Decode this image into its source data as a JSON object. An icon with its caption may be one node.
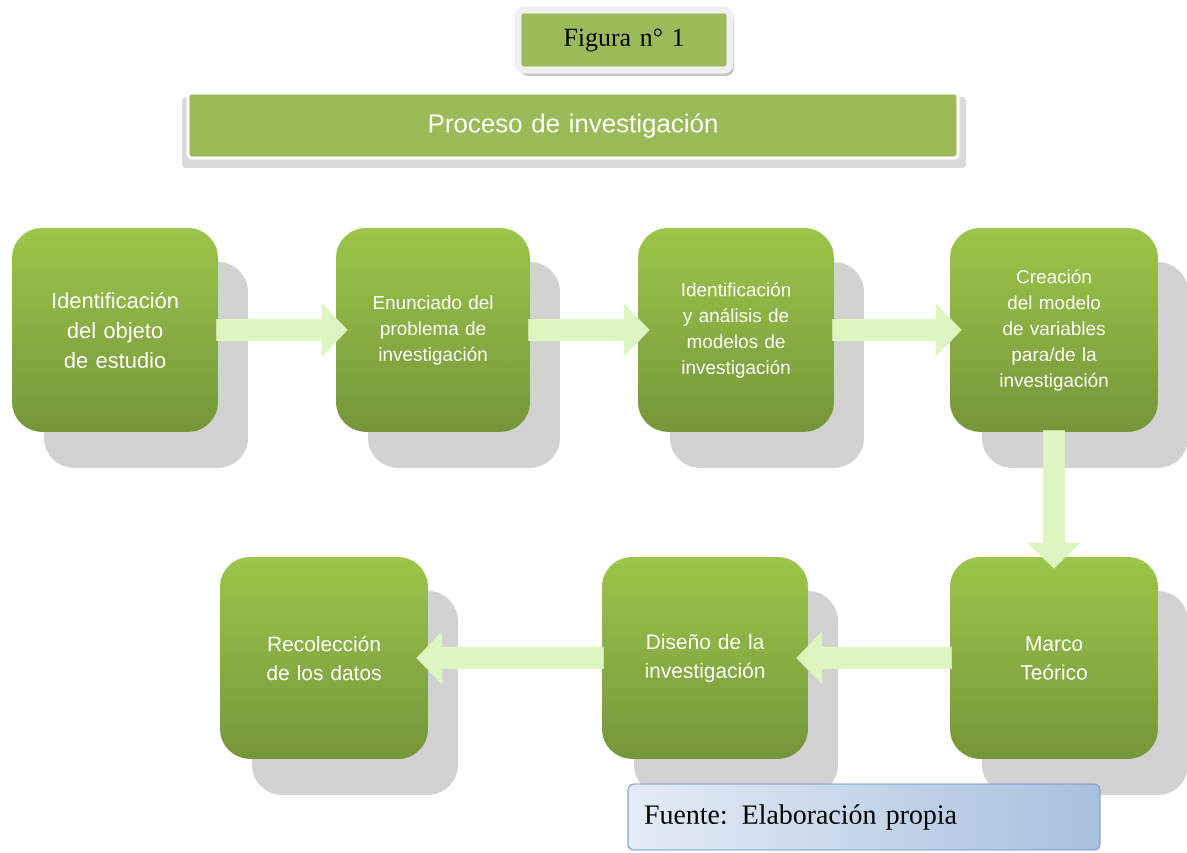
{
  "diagram": {
    "nodes": [
      {
        "text": [
          "Figura n° 1"
        ]
      },
      {
        "text": [
          "Proceso de investigación"
        ]
      },
      {
        "text": [
          "Identificación del objeto de estudio"
        ]
      },
      {
        "text": [
          "Enunciado del problema de investigación"
        ]
      },
      {
        "text": [
          "Identificación y análisis de modelos de investigación"
        ]
      },
      {
        "text": [
          "Creación del modelo de variables para/de la investigación"
        ]
      },
      {
        "text": [
          "Marco Teórico"
        ]
      },
      {
        "text": [
          "Diseño de la investigación"
        ]
      },
      {
        "text": [
          "Recolección de los datos"
        ]
      },
      {
        "text": [
          "Fuente: Elaboración propia"
        ]
      }
    ],
    "edges": [
      {
        "from": 2,
        "to": 3,
        "arrow": "to"
      },
      {
        "from": 3,
        "to": 4,
        "arrow": "to"
      },
      {
        "from": 4,
        "to": 5,
        "arrow": "to"
      },
      {
        "from": 5,
        "to": 6,
        "arrow": "to"
      },
      {
        "from": 6,
        "to": 7,
        "arrow": "to"
      },
      {
        "from": 7,
        "to": 8,
        "arrow": "to"
      }
    ]
  }
}
